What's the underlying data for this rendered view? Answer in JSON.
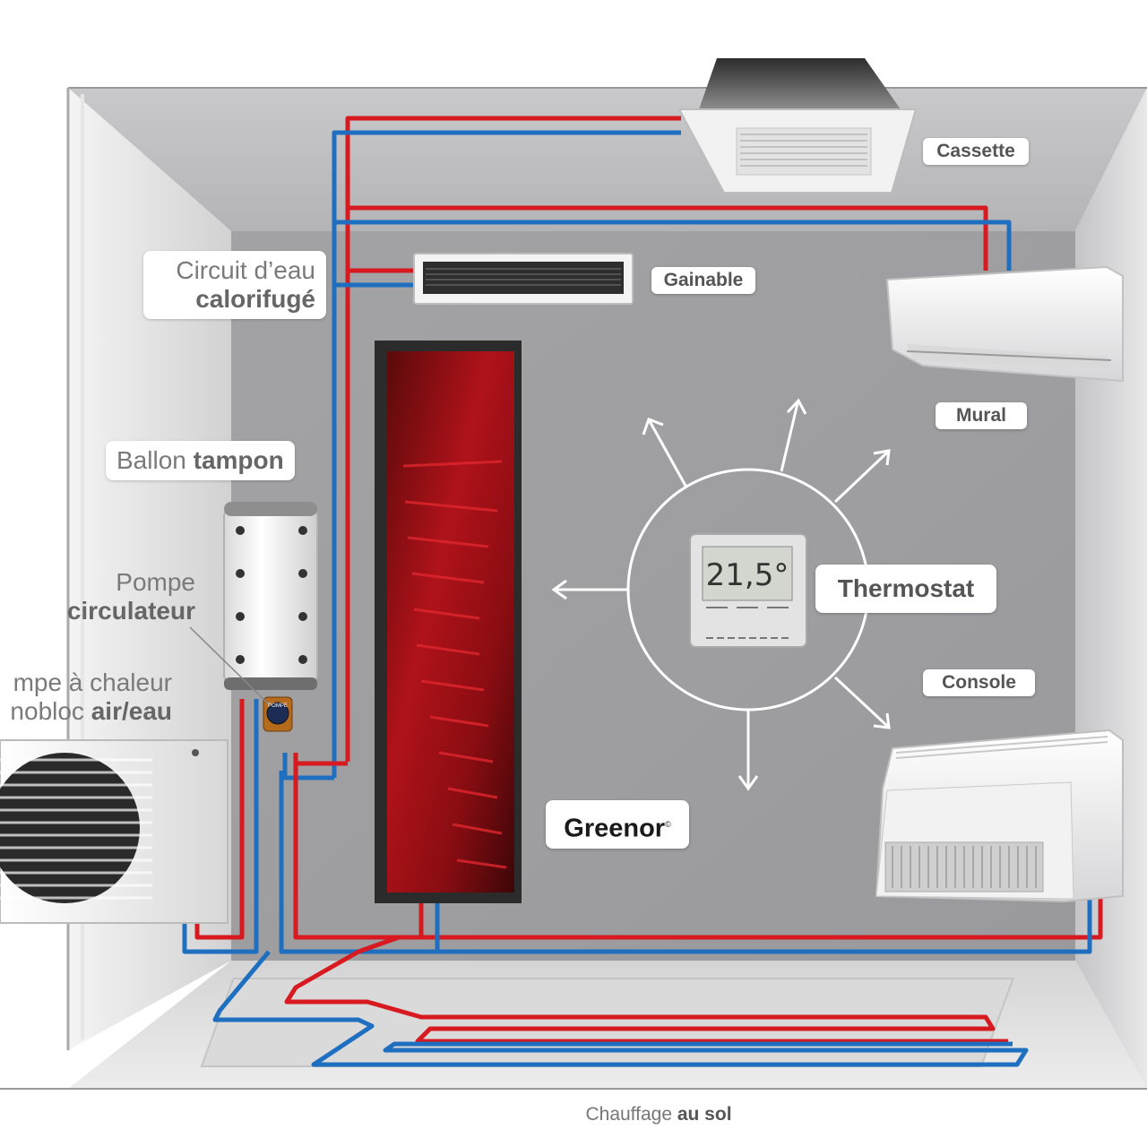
{
  "labels": {
    "cassette": "Cassette",
    "gainable": "Gainable",
    "mural": "Mural",
    "console": "Console",
    "thermostat": "Thermostat",
    "greenor": "Greenor",
    "greenor_mark": "©",
    "circuit_light": "Circuit d’eau",
    "circuit_bold": "calorifugé",
    "ballon_light": "Ballon ",
    "ballon_bold": "tampon",
    "pompe_light": "Pompe",
    "pompe_bold": "circulateur",
    "pac_line1": "mpe à chaleur",
    "pac_line2_light": "nobloc ",
    "pac_line2_bold": "air/eau",
    "floor_light": "Chauffage ",
    "floor_bold": "au sol"
  },
  "thermostat_display": "21,5°",
  "pump_tag": "POMPE",
  "colors": {
    "hot_pipe": "#d71920",
    "cold_pipe": "#1f6fc0",
    "wall": "#9d9d9f",
    "label_text": "#555555"
  }
}
